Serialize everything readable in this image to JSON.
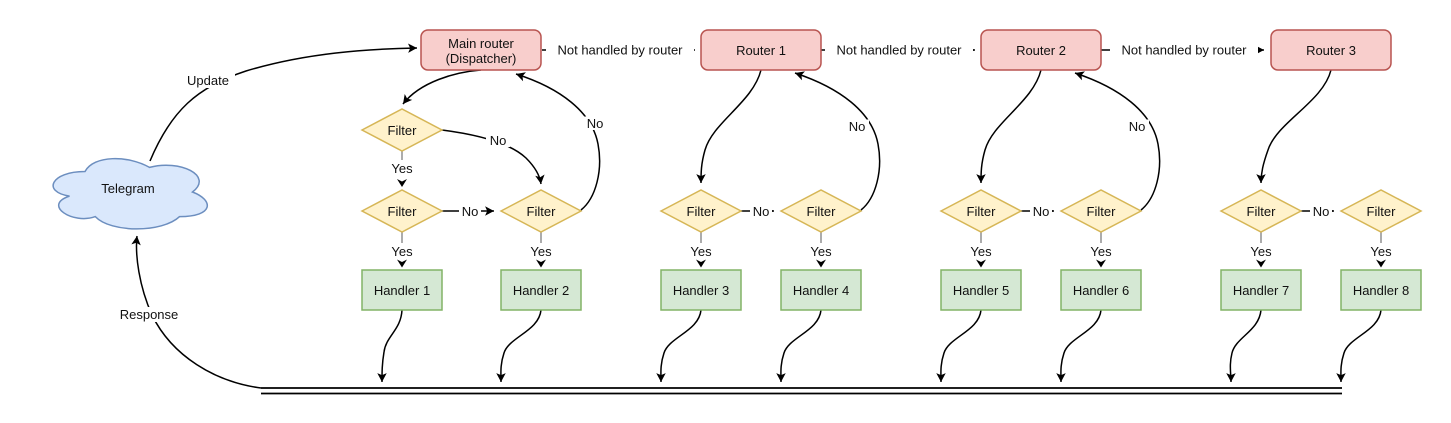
{
  "labels": {
    "telegram": "Telegram",
    "update": "Update",
    "response": "Response",
    "yes": "Yes",
    "no": "No",
    "not_handled": "Not handled by router",
    "filter": "Filter"
  },
  "nodes": {
    "main_router": {
      "line1": "Main router",
      "line2": "(Dispatcher)"
    },
    "router1": "Router 1",
    "router2": "Router 2",
    "router3": "Router 3",
    "handlers": [
      "Handler 1",
      "Handler 2",
      "Handler 3",
      "Handler 4",
      "Handler 5",
      "Handler 6",
      "Handler 7",
      "Handler 8"
    ]
  },
  "colors": {
    "background": "#ffffff",
    "edge": "#000000",
    "stub": "#9e9e9e",
    "router-fill": "#f8cecc",
    "router-stroke": "#b85450",
    "filter-fill": "#fff2cc",
    "filter-stroke": "#d6b656",
    "handler-fill": "#d5e8d4",
    "handler-stroke": "#82b366",
    "cloud-fill": "#dae8fc",
    "cloud-stroke": "#6c8ebf"
  }
}
